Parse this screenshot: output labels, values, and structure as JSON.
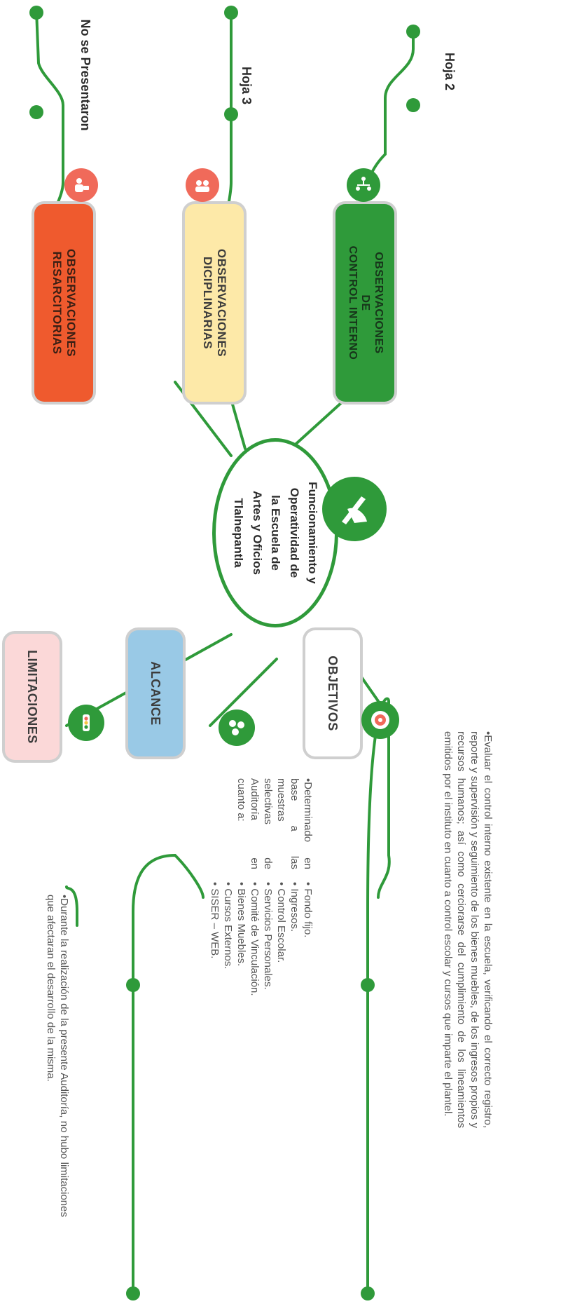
{
  "center": {
    "lines": [
      "Funcionamiento y",
      "Operatividad de",
      "la Escuela de",
      "Artes y Oficios",
      "Tlalnepantla"
    ]
  },
  "left_branches": {
    "control_interno": {
      "lines": [
        "OBSERVACIONES",
        "DE",
        "CONTROL INTERNO"
      ],
      "hoja": "Hoja 2",
      "icon": "team-structure-icon",
      "color": "#2f9a3a"
    },
    "diciplinarias": {
      "lines": [
        "OBSERVACIONES",
        "DICIPLINARIAS"
      ],
      "hoja": "Hoja 3",
      "icon": "group-warning-icon",
      "color": "#fde9a8"
    },
    "resarcitorias": {
      "lines": [
        "OBSERVACIONES",
        "RESARCITORIAS"
      ],
      "hoja": "No se Presentaron",
      "icon": "person-money-icon",
      "color": "#ef5a2e"
    }
  },
  "right_branches": {
    "objetivos": {
      "label": "OBJETIVOS",
      "icon": "target-icon",
      "text": "•Evaluar el control interno existente en la escuela, verificando el correcto registro, reporte y supervisión y seguimiento de los bienes muebles, de los ingresos propios y recursos humanos; así como cerciorarse del cumplimiento de los lineamientos emitidos por el instituto en cuanto a control escolar y cursos que imparte el plantel."
    },
    "alcance": {
      "label": "ALCANCE",
      "icon": "molecule-icon",
      "intro": "•Determinado en base a las muestras selectivas de Auditoría en cuanto a:",
      "items": [
        "• Fondo fijo.",
        "• Ingresos.",
        "• Control Escolar.",
        "• Servicios Personales.",
        "• Comité de Vinculación.",
        "• Bienes Muebles.",
        "• Cursos Externos.",
        "• SISER – WEB."
      ]
    },
    "limitaciones": {
      "label": "LIMITACIONES",
      "icon": "traffic-light-icon",
      "text": "•Durante la realización de la presente Auditoría, no hubo limitaciones que afectaran el desarrollo de la misma."
    }
  },
  "header_icon": "hand-pen-icon",
  "accent": "#2f9a3a"
}
